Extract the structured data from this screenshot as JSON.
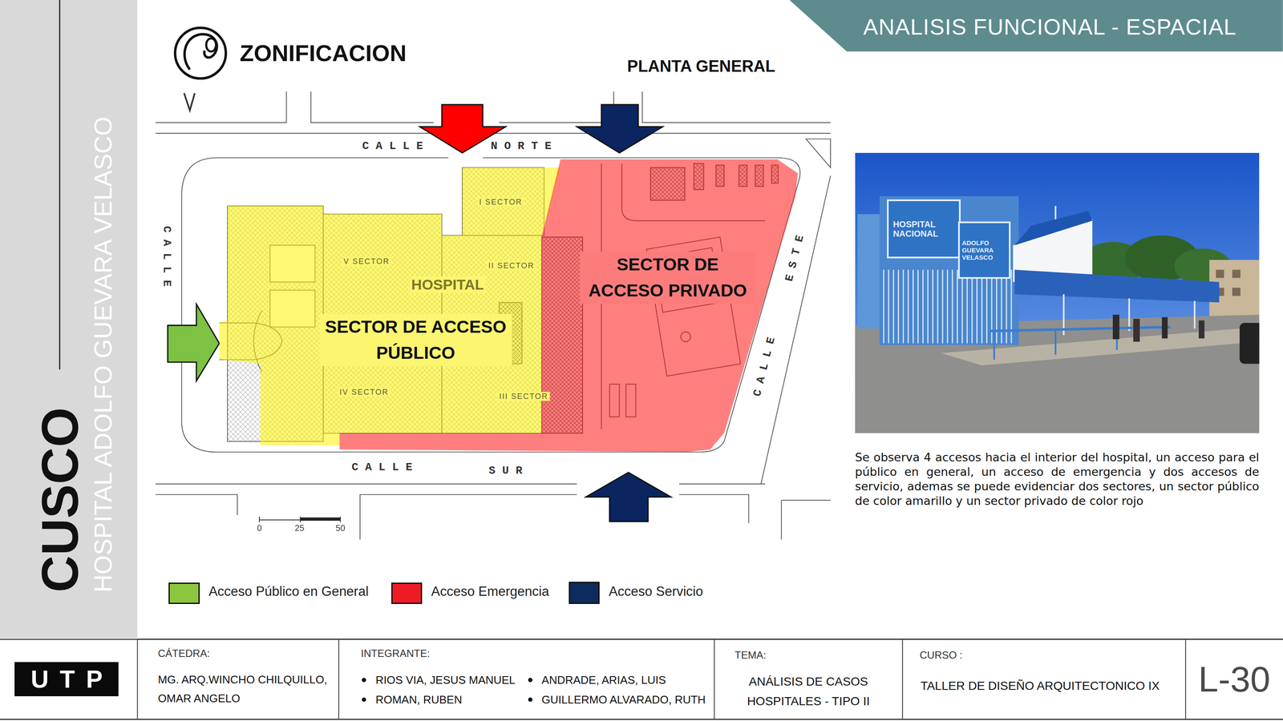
{
  "diagram": {
    "title": "ZONIFICACION",
    "caption": "Se observa 4 accesos hacia el interior del hospital, un acceso para el público en general, un acceso de emergencia y dos accesos de servicio, ademas se puede evidenciar dos sectores, un sector público de color amarillo y un sector privado de color rojo",
    "nodes": [
      {
        "text": [
          "ANALISIS FUNCIONAL - ESPACIAL"
        ]
      },
      {
        "text": [
          "HOSPITAL ADOLFO GUEVARA VELASCO",
          "CUSCO"
        ]
      },
      {
        "text": [
          "SECTOR DE ACCESO PÚBLICO"
        ]
      },
      {
        "text": [
          "SECTOR DE ACCESO PRIVADO"
        ]
      },
      {
        "text": [
          "UTP"
        ]
      },
      {
        "text": [
          "CÁTEDRA:",
          "MG. ARQ.WINCHO CHILQUILLO, OMAR ANGELO"
        ]
      },
      {
        "text": [
          "INTEGRANTE:",
          "RIOS VIA, JESUS MANUEL",
          "ROMAN, RUBEN",
          "ANDRADE, ARIAS, LUIS",
          "GUILLERMO ALVARADO, RUTH"
        ]
      },
      {
        "text": [
          "TEMA:",
          "ANÁLISIS DE CASOS HOSPITALES - TIPO II"
        ]
      },
      {
        "text": [
          "CURSO :",
          "TALLER DE DISEÑO ARQUITECTONICO IX"
        ]
      },
      {
        "text": [
          "L-30"
        ]
      }
    ],
    "labels": [
      "PLANTA GENERAL",
      "CALLE",
      "NORTE",
      "CALLE",
      "CALLE",
      "ESTE",
      "CALLE",
      "SUR",
      "I SECTOR",
      "V SECTOR",
      "HOSPITAL",
      "II SECTOR",
      "IV SECTOR",
      "III SECTOR",
      "0",
      "25",
      "50",
      "HOSPITAL NACIONAL",
      "ADOLFO GUEVARA VELASCO"
    ],
    "legend": [
      {
        "text": "Acceso Público en General",
        "color": "#8cc63f"
      },
      {
        "text": "Acceso Emergencia",
        "color": "#ed1c24"
      },
      {
        "text": "Acceso Servicio",
        "color": "#0d2b5e"
      }
    ]
  }
}
